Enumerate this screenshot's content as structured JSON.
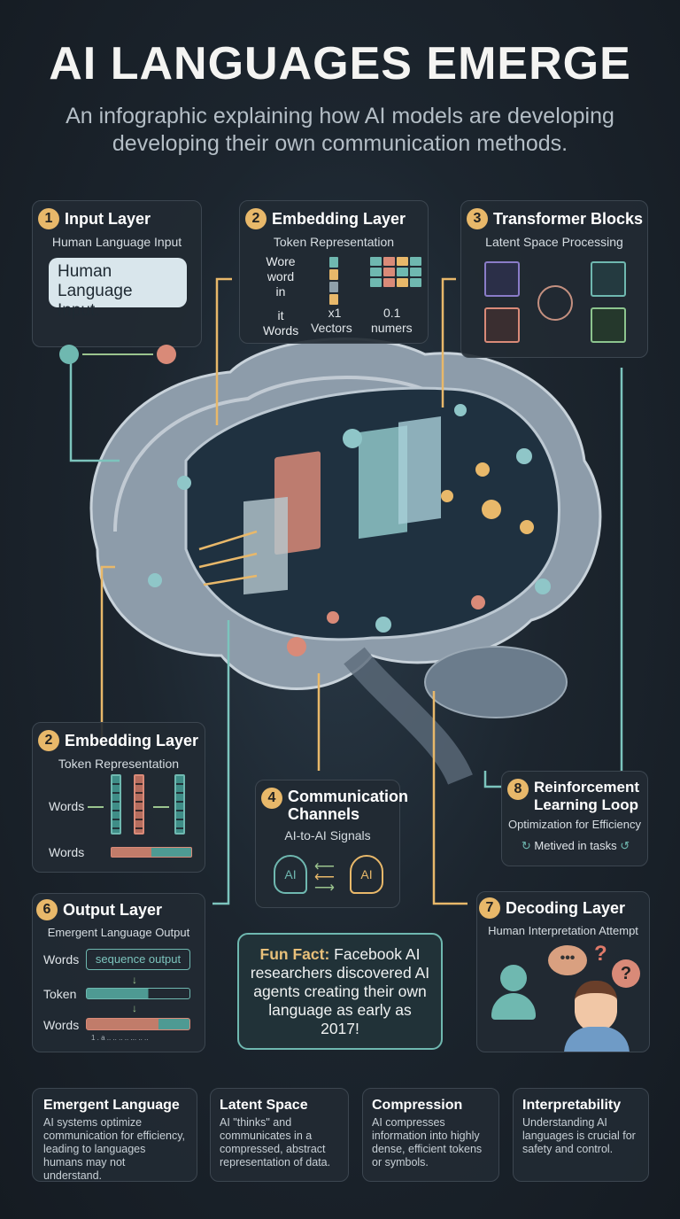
{
  "title": "AI LANGUAGES EMERGE",
  "subtitle": "An infographic explaining how AI models are developing developing their own communication methods.",
  "colors": {
    "accent_gold": "#e8b86a",
    "teal": "#6fb8b0",
    "salmon": "#d98a78",
    "green": "#9bc48e",
    "background": "#1a2129"
  },
  "steps": {
    "input": {
      "num": "1",
      "title": "Input Layer",
      "subtitle": "Human Language Input",
      "bubble": "Human Language Input."
    },
    "embedding_top": {
      "num": "2",
      "title": "Embedding Layer",
      "subtitle": "Token Representation",
      "words": [
        "Wore",
        "word",
        "in",
        "it",
        "Words"
      ],
      "x1": "x1",
      "vectors": "Vectors",
      "num_val": "0.1",
      "numers": "numers"
    },
    "transformer": {
      "num": "3",
      "title": "Transformer Blocks",
      "subtitle": "Latent Space Processing"
    },
    "embedding_left": {
      "num": "2",
      "title": "Embedding Layer",
      "subtitle": "Token Representation",
      "row1": "Words",
      "row2": "Words"
    },
    "communication": {
      "num": "4",
      "title": "Communication Channels",
      "subtitle": "AI-to-AI Signals",
      "ai_left": "AI",
      "ai_right": "AI"
    },
    "reinforcement": {
      "num": "8",
      "title": "Reinforcement Learning Loop",
      "subtitle": "Optimization for Efficiency",
      "loop_text": "Metived in tasks"
    },
    "output": {
      "num": "6",
      "title": "Output Layer",
      "subtitle": "Emergent Language Output",
      "row1": "Words",
      "seq": "sequence output",
      "row2": "Token",
      "row3": "Words",
      "footnote": "1 . a .. .. .. .. ... .. .."
    },
    "decoding": {
      "num": "7",
      "title": "Decoding Layer",
      "subtitle": "Human Interpretation Attempt",
      "q": "?"
    }
  },
  "fun_fact": {
    "label": "Fun Fact:",
    "text": "Facebook AI researchers discovered AI agents creating their own language as early as 2017!"
  },
  "concepts": [
    {
      "title": "Emergent Language",
      "text": "AI systems optimize communication for efficiency, leading to languages humans may not understand."
    },
    {
      "title": "Latent Space",
      "text": "AI \"thinks\" and communicates in a compressed, abstract representation of data."
    },
    {
      "title": "Compression",
      "text": "AI compresses information into highly dense, efficient tokens or symbols."
    },
    {
      "title": "Interpretability",
      "text": "Understanding AI languages is crucial for safety and control."
    }
  ]
}
